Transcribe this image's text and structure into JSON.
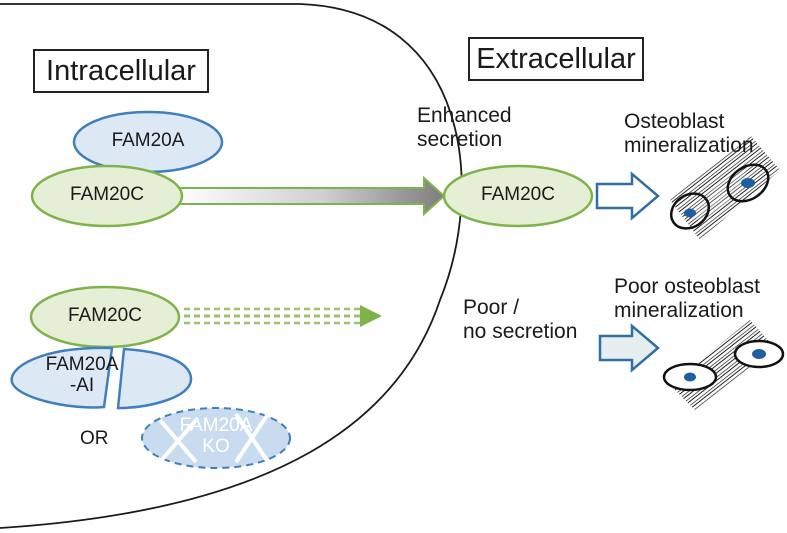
{
  "labels": {
    "intracellular": "Intracellular",
    "extracellular": "Extracellular",
    "enhanced_secretion_line1": "Enhanced",
    "enhanced_secretion_line2": "secretion",
    "poor_secretion_line1": "Poor /",
    "poor_secretion_line2": "no secretion",
    "osteoblast_good_line1": "Osteoblast",
    "osteoblast_good_line2": "mineralization",
    "osteoblast_poor_line1": "Poor osteoblast",
    "osteoblast_poor_line2": "mineralization",
    "or": "OR"
  },
  "proteins": {
    "fam20a_top": "FAM20A",
    "fam20c_top": "FAM20C",
    "fam20c_extracellular": "FAM20C",
    "fam20c_bottom": "FAM20C",
    "fam20a_ai_line1": "FAM20A",
    "fam20a_ai_line2": "-AI",
    "fam20a_ko_line1": "FAM20A",
    "fam20a_ko_line2": "KO"
  },
  "colors": {
    "green_stroke": "#7fb34a",
    "blue_stroke": "#3f7fbf",
    "blue_fill": "#dce8f4",
    "arrow_blue": "#2f6fa8",
    "nucleus": "#1f5f9f"
  }
}
